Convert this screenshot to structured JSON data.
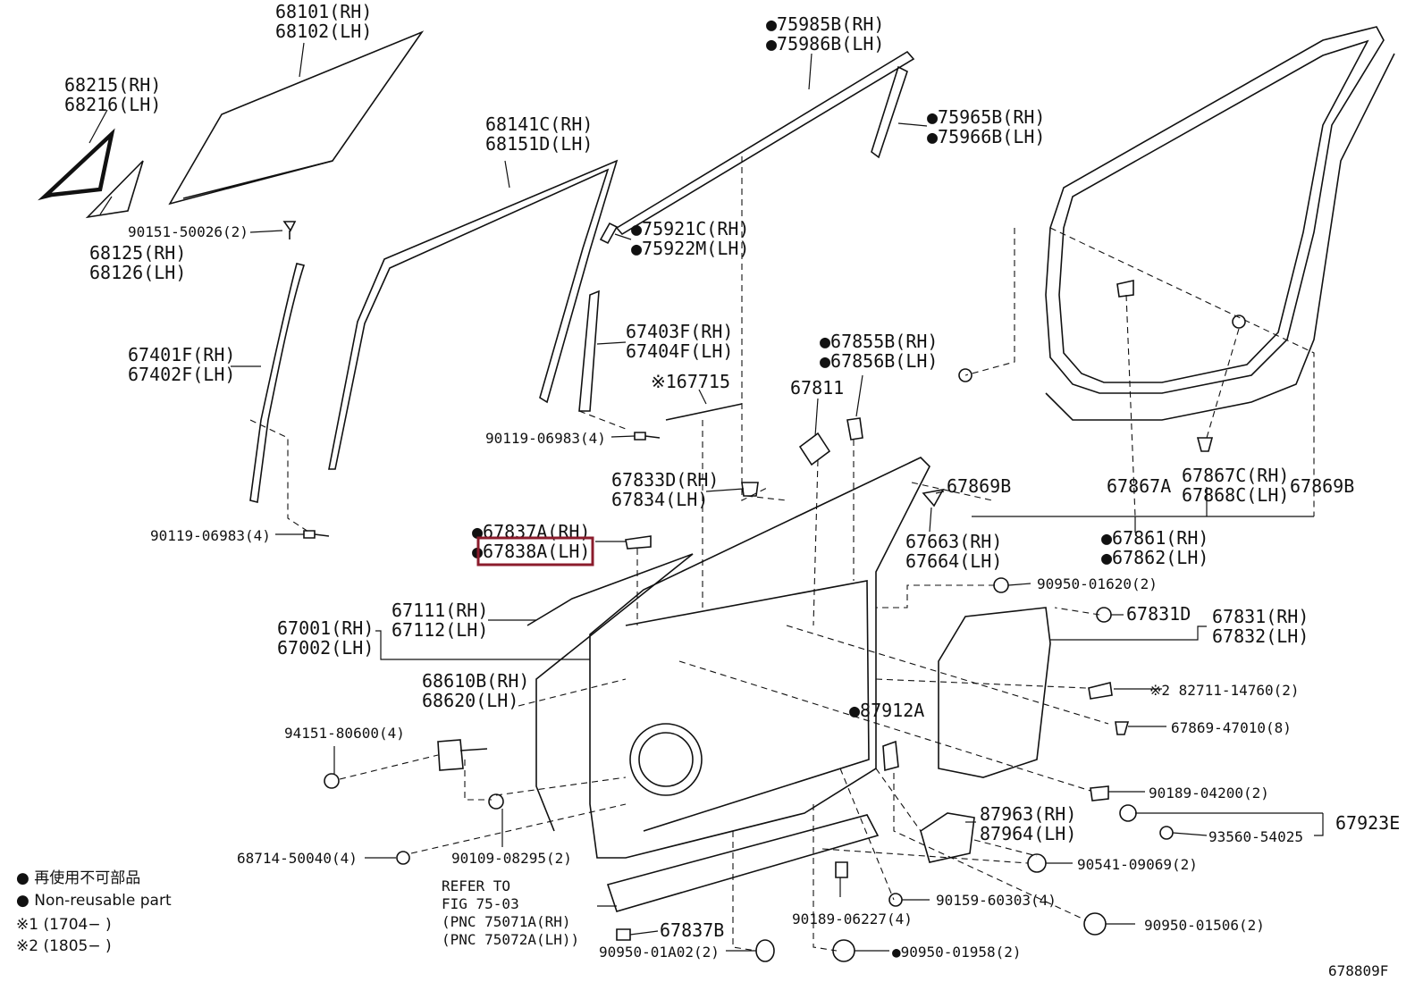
{
  "highlight_color": "#8b1c2c",
  "labels": {
    "p68101": "68101(RH)",
    "p68102": "68102(LH)",
    "p68215": "68215(RH)",
    "p68216": "68216(LH)",
    "p90151": "90151-50026(2)",
    "p68125": "68125(RH)",
    "p68126": "68126(LH)",
    "p68141": "68141C(RH)",
    "p68151": "68151D(LH)",
    "p75985": "●75985B(RH)",
    "p75986": "●75986B(LH)",
    "p75965": "●75965B(RH)",
    "p75966": "●75966B(LH)",
    "p75921": "●75921C(RH)",
    "p75922": "●75922M(LH)",
    "p67403": "67403F(RH)",
    "p67404": "67404F(LH)",
    "p67401": "67401F(RH)",
    "p67402": "67402F(LH)",
    "p67715": "※167715",
    "p67855": "●67855B(RH)",
    "p67856": "●67856B(LH)",
    "p67811": "67811",
    "p90119a": "90119-06983(4)",
    "p90119b": "90119-06983(4)",
    "p67833": "67833D(RH)",
    "p67834": "67834(LH)",
    "p67837": "●67837A(RH)",
    "p67838": "●67838A(LH)",
    "p67869b_l": "67869B",
    "p67867a": "67867A",
    "p67867c": "67867C(RH)",
    "p67868c": "67868C(LH)",
    "p67869b_r": "67869B",
    "p67663": "67663(RH)",
    "p67664": "67664(LH)",
    "p67861": "●67861(RH)",
    "p67862": "●67862(LH)",
    "p90950a": "90950-01620(2)",
    "p67111": "67111(RH)",
    "p67112": "67112(LH)",
    "p67001": "67001(RH)",
    "p67002": "67002(LH)",
    "p67831d": "67831D",
    "p67831": "67831(RH)",
    "p67832": "67832(LH)",
    "p68610": "68610B(RH)",
    "p68620": "68620(LH)",
    "p82711": "※2 82711-14760(2)",
    "p87912": "●87912A",
    "p94151": "94151-80600(4)",
    "p67869_47010": "67869-47010(8)",
    "p90189a": "90189-04200(2)",
    "p87963": "87963(RH)",
    "p87964": "87964(LH)",
    "p67923": "67923E",
    "p93560": "93560-54025",
    "p68714": "68714-50040(4)",
    "p90109": "90109-08295(2)",
    "p90541": "90541-09069(2)",
    "p90159": "90159-60303(4)",
    "p90950c": "90950-01506(2)",
    "p90189b": "90189-06227(4)",
    "p90950b": "●90950-01958(2)",
    "p67837b": "67837B",
    "p90950d": "90950-01A02(2)",
    "refer1": "REFER TO",
    "refer2": "FIG 75-03",
    "refer3": "(PNC 75071A(RH)",
    "refer4": "(PNC 75072A(LH))"
  },
  "legend": {
    "jp": "● 再使用不可部品",
    "en": "● Non-reusable part",
    "note1": "※1 (1704−       )",
    "note2": "※2 (1805−       )"
  },
  "figure_id": "678809F"
}
